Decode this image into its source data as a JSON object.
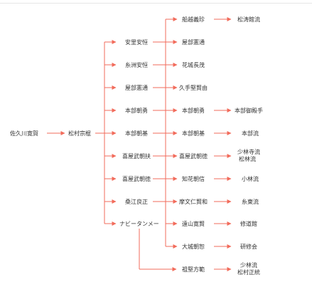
{
  "diagram": {
    "nodes": {
      "n_root": "佐久川寛賀",
      "n_matsumura": "松村宗棍",
      "c1_1": "安里安恒",
      "c1_2": "糸洲安恒",
      "c1_3": "屋部憲通",
      "c1_4": "本部朝勇",
      "c1_5": "本部朝基",
      "c1_6": "喜屋武朝扶",
      "c1_7": "喜屋武朝徳",
      "c1_8": "桑江良正",
      "c1_9": "ナビータンメー",
      "c2_0": "船越義珍",
      "c2_1": "屋部憲通",
      "c2_2": "花城長茂",
      "c2_3": "久手堅賢由",
      "c2_4": "本部朝勇",
      "c2_5": "本部朝基",
      "c2_6": "喜屋武朝徳",
      "c2_7": "知花朝信",
      "c2_8": "摩文仁賢和",
      "c2_9": "遠山寛賢",
      "c2_10": "大城朝恕",
      "c2_11": "祖堅方範",
      "c3_0": "松涛館流",
      "c3_4": "本部御殿手",
      "c3_5": "本部流",
      "c3_6a": "少林寺流",
      "c3_6b": "松林流",
      "c3_7": "小林流",
      "c3_8": "糸東流",
      "c3_9": "修道館",
      "c3_10": "研修会",
      "c3_11a": "少林流",
      "c3_11b": "松村正統"
    },
    "colors": {
      "line": "#f26b5b",
      "text": "#333333",
      "rule": "#e6e6e6"
    }
  }
}
